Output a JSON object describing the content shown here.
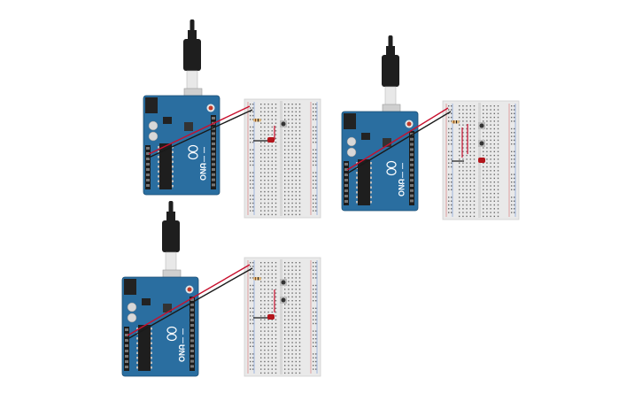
{
  "board": {
    "brand_label": "UNO",
    "color": "#2a6ea0",
    "header_color": "#1c1c1c",
    "usb_color": "#cfcfcf",
    "cable_color": "#1e1e1e"
  },
  "breadboard": {
    "color": "#e9e9e9",
    "red_rail": "#d33a3a",
    "blue_rail": "#3a6fd3"
  },
  "wires": {
    "red": "#c8102e",
    "black": "#1a1a1a"
  },
  "components": {
    "resistor_color": "#d9b47a",
    "led_color": "#b3161c",
    "button_color": "#333333"
  },
  "circuits": [
    {
      "id": "circuit-1",
      "buttons": 1,
      "extra_wires": 0
    },
    {
      "id": "circuit-2",
      "buttons": 2,
      "extra_wires": 2
    },
    {
      "id": "circuit-3",
      "buttons": 2,
      "extra_wires": 0
    }
  ]
}
